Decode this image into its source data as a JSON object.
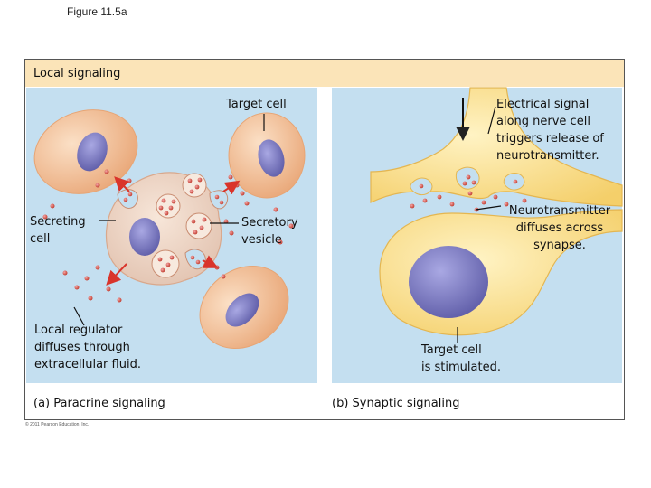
{
  "figure_title": "Figure 11.5a",
  "copyright": "© 2011 Pearson Education, Inc.",
  "panel_title": "Local signaling",
  "paracrine": {
    "caption": "(a) Paracrine signaling",
    "target_cell_label": "Target cell",
    "secreting_cell_label": "Secreting\ncell",
    "secretory_vesicle_label": "Secretory\nvesicle",
    "local_regulator_label": "Local regulator\ndiffuses through\nextracellular fluid."
  },
  "synaptic": {
    "caption": "(b) Synaptic signaling",
    "electrical_signal_label": "Electrical signal\nalong nerve cell\ntriggers release of\nneurotransmitter.",
    "neurotransmitter_label": "Neurotransmitter\ndiffuses across\nsynapse.",
    "target_stimulated_label": "Target cell\nis stimulated."
  },
  "colors": {
    "header_band": "#fbe4b8",
    "fluid_blue": "#c4dff0",
    "cell_fill": "#f4c49c",
    "nucleus": "#7d7cc4",
    "neuron": "#fde79a",
    "molecule": "#d9534f",
    "arrow": "#222222"
  }
}
